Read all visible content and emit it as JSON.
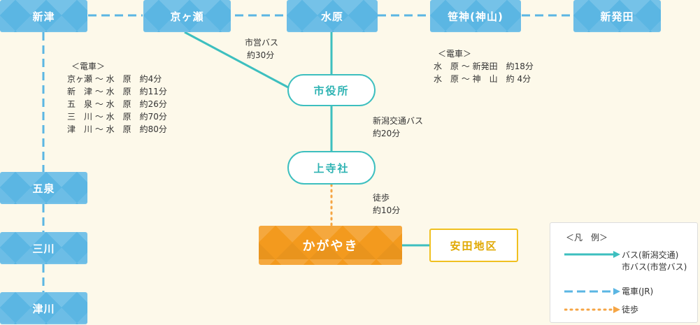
{
  "colors": {
    "rail": "#5bb6e3",
    "bus": "#3dbfbf",
    "walk": "#f5a544",
    "destination": "#f39a1e",
    "district_border": "#f0c020",
    "background": "#fdf9ea"
  },
  "stations": {
    "niitsu": "新津",
    "kyogase": "京ヶ瀬",
    "suibara": "水原",
    "sasakami": "笹神(神山)",
    "shibata": "新発田",
    "gosen": "五泉",
    "sanwa": "三川",
    "tsugawa": "津川"
  },
  "stops": {
    "city_hall": "市役所",
    "kamidera": "上寺社",
    "kagayaki": "かがやき",
    "yasuda": "安田地区"
  },
  "notes": {
    "train_left": {
      "title": "＜電車＞",
      "lines": [
        "京ヶ瀬 〜 水　原　約4分",
        "新　津 〜 水　原　約11分",
        "五　泉 〜 水　原　約26分",
        "三　川 〜 水　原　約70分",
        "津　川 〜 水　原　約80分"
      ]
    },
    "train_right": {
      "title": "＜電車＞",
      "lines": [
        "水　原 〜 新発田　約18分",
        "水　原 〜 神　山　約 4分"
      ]
    },
    "city_bus": [
      "市営バス",
      "約30分"
    ],
    "niigata_bus": [
      "新潟交通バス",
      "約20分"
    ],
    "walk": [
      "徒歩",
      "約10分"
    ]
  },
  "legend": {
    "title": "＜凡　例＞",
    "bus_lines": [
      "バス(新潟交通)",
      "市バス(市営バス)"
    ],
    "train": "電車(JR)",
    "walk": "徒歩"
  }
}
